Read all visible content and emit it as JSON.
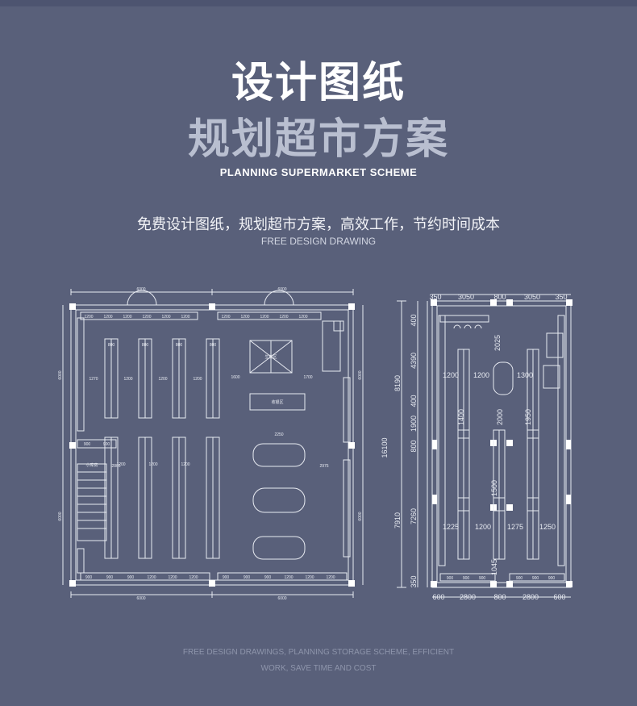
{
  "header": {
    "title": "设计图纸",
    "title_2": "规划超市方案",
    "title_en": "PLANNING SUPERMARKET SCHEME"
  },
  "subtitle": {
    "cn": "免费设计图纸，规划超市方案，高效工作，节约时间成本",
    "en": "FREE DESIGN DRAWING"
  },
  "plan_left": {
    "top_dims": [
      "6000",
      "6000"
    ],
    "bottom_dims": [
      "6000",
      "6000"
    ],
    "top_shelf_labels": [
      "1200",
      "1200",
      "1200",
      "1200",
      "1200",
      "1200",
      "1200",
      "1200",
      "1200",
      "1200",
      "1200"
    ],
    "bottom_shelf_labels": [
      "900",
      "900",
      "900",
      "1200",
      "1200",
      "1200",
      "900",
      "900",
      "900",
      "1200",
      "1200",
      "1200"
    ],
    "island_labels": [
      "800",
      "800",
      "800",
      "800"
    ],
    "gap_labels": [
      "1270",
      "1200",
      "1200",
      "1200"
    ],
    "mid_labels": [
      "1600",
      "1700"
    ],
    "lower_labels": [
      "1200",
      "1200",
      "1200"
    ],
    "room_label": "小库房",
    "room_dims": [
      "900",
      "900"
    ],
    "left_dims": [
      "6000",
      "6000"
    ],
    "right_dims": [
      "6000",
      "6000"
    ],
    "counter_label_1": "生鲜区",
    "counter_label_2": "收银区",
    "counter_dim": "2250",
    "misc_labels": [
      "2975",
      "2805"
    ]
  },
  "plan_right": {
    "top_dims": [
      "350",
      "3050",
      "800",
      "3050",
      "350"
    ],
    "bottom_dims": [
      "600",
      "2800",
      "800",
      "2800",
      "600"
    ],
    "total_height": "16100",
    "left_outer_dims": [
      "8190",
      "7910"
    ],
    "left_inner_dims": [
      "400",
      "4390",
      "400",
      "1900",
      "800",
      "7260",
      "350"
    ],
    "labels_upper": [
      "2025",
      "1200",
      "1200",
      "1300",
      "1400",
      "2000",
      "1950"
    ],
    "labels_lower": [
      "1500",
      "1225",
      "1200",
      "1275",
      "1250",
      "1045"
    ],
    "bottom_row": [
      "900",
      "900",
      "900",
      "900",
      "900",
      "900"
    ],
    "shelf_marks": [
      "900",
      "600",
      "1200"
    ]
  },
  "footer": {
    "line1": "FREE DESIGN DRAWINGS, PLANNING STORAGE SCHEME, EFFICIENT",
    "line2": "WORK, SAVE TIME AND COST"
  },
  "colors": {
    "background": "#59607a",
    "line": "#e8ebf2",
    "title_secondary": "#b9bfd0"
  }
}
